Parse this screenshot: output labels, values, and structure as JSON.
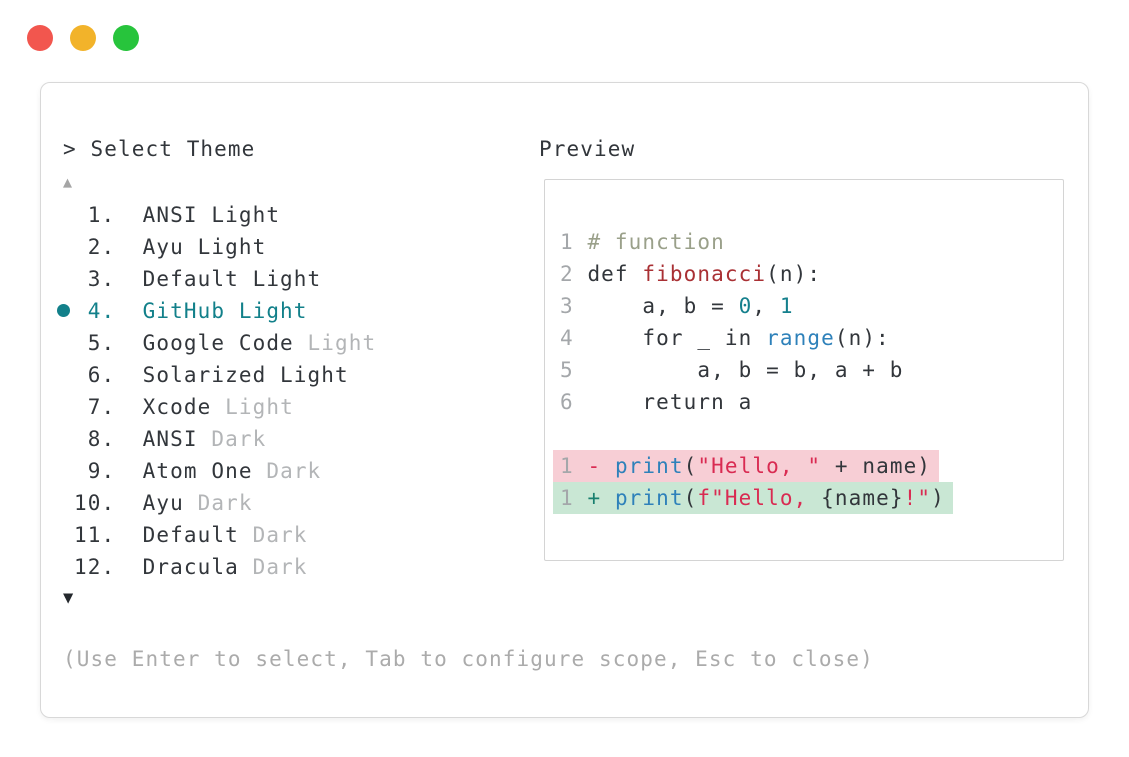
{
  "window": {
    "controls": [
      {
        "name": "close",
        "color": "#f2564e"
      },
      {
        "name": "minimize",
        "color": "#f2b32a"
      },
      {
        "name": "zoom",
        "color": "#27c43c"
      }
    ]
  },
  "colors": {
    "dark": "#32363b",
    "muted": "#b3b5b7",
    "teal": "#12808a",
    "tealDark": "#187f6e",
    "blue": "#2e81ba",
    "numberBlue": "#15808d",
    "string": "#d92b52",
    "keywordRed": "#a93034",
    "comment": "#9aa08a",
    "lineNumber": "#a4a7aa",
    "help": "#ababab",
    "scrollUp": "#a5a5a5",
    "scrollDown": "#24282d",
    "diffRemovedBg": "#f7ced5",
    "diffAddedBg": "#c9e7d4",
    "panelBorder": "#d8d8d8"
  },
  "theme_picker": {
    "prompt": "> Select Theme",
    "scroll_up": "▲",
    "scroll_down": "▼",
    "items": [
      {
        "number": " 1.",
        "selected": false,
        "name_segments": [
          {
            "t": "ANSI Light",
            "c": "dark"
          }
        ]
      },
      {
        "number": " 2.",
        "selected": false,
        "name_segments": [
          {
            "t": "Ayu Light",
            "c": "dark"
          }
        ]
      },
      {
        "number": " 3.",
        "selected": false,
        "name_segments": [
          {
            "t": "Default Light",
            "c": "dark"
          }
        ]
      },
      {
        "number": " 4.",
        "selected": true,
        "name_segments": [
          {
            "t": "GitHub Light",
            "c": "teal"
          }
        ]
      },
      {
        "number": " 5.",
        "selected": false,
        "name_segments": [
          {
            "t": "Google Code ",
            "c": "dark"
          },
          {
            "t": "Light",
            "c": "muted"
          }
        ]
      },
      {
        "number": " 6.",
        "selected": false,
        "name_segments": [
          {
            "t": "Solarized Light",
            "c": "dark"
          }
        ]
      },
      {
        "number": " 7.",
        "selected": false,
        "name_segments": [
          {
            "t": "Xcode ",
            "c": "dark"
          },
          {
            "t": "Light",
            "c": "muted"
          }
        ]
      },
      {
        "number": " 8.",
        "selected": false,
        "name_segments": [
          {
            "t": "ANSI ",
            "c": "dark"
          },
          {
            "t": "Dark",
            "c": "muted"
          }
        ]
      },
      {
        "number": " 9.",
        "selected": false,
        "name_segments": [
          {
            "t": "Atom One ",
            "c": "dark"
          },
          {
            "t": "Dark",
            "c": "muted"
          }
        ]
      },
      {
        "number": "10.",
        "selected": false,
        "name_segments": [
          {
            "t": "Ayu ",
            "c": "dark"
          },
          {
            "t": "Dark",
            "c": "muted"
          }
        ]
      },
      {
        "number": "11.",
        "selected": false,
        "name_segments": [
          {
            "t": "Default ",
            "c": "dark"
          },
          {
            "t": "Dark",
            "c": "muted"
          }
        ]
      },
      {
        "number": "12.",
        "selected": false,
        "name_segments": [
          {
            "t": "Dracula ",
            "c": "dark"
          },
          {
            "t": "Dark",
            "c": "muted"
          }
        ]
      }
    ],
    "help_text": "(Use Enter to select, Tab to configure scope, Esc to close)"
  },
  "preview": {
    "title": "Preview",
    "code_lines": [
      {
        "ln": "1",
        "segments": [
          {
            "t": "# function",
            "c": "comment"
          }
        ]
      },
      {
        "ln": "2",
        "segments": [
          {
            "t": "def ",
            "c": "dark"
          },
          {
            "t": "fibonacci",
            "c": "keywordRed"
          },
          {
            "t": "(n):",
            "c": "dark"
          }
        ]
      },
      {
        "ln": "3",
        "segments": [
          {
            "t": "    a, b = ",
            "c": "dark"
          },
          {
            "t": "0",
            "c": "numberBlue"
          },
          {
            "t": ", ",
            "c": "dark"
          },
          {
            "t": "1",
            "c": "numberBlue"
          }
        ]
      },
      {
        "ln": "4",
        "segments": [
          {
            "t": "    for _ in ",
            "c": "dark"
          },
          {
            "t": "range",
            "c": "blue"
          },
          {
            "t": "(n):",
            "c": "dark"
          }
        ]
      },
      {
        "ln": "5",
        "segments": [
          {
            "t": "        a, b = b, a + b",
            "c": "dark"
          }
        ]
      },
      {
        "ln": "6",
        "segments": [
          {
            "t": "    return a",
            "c": "dark"
          }
        ]
      }
    ],
    "diff_lines": [
      {
        "ln": "1",
        "kind": "removed",
        "segments": [
          {
            "t": "- ",
            "c": "string"
          },
          {
            "t": "print",
            "c": "blue"
          },
          {
            "t": "(",
            "c": "dark"
          },
          {
            "t": "\"Hello, \"",
            "c": "string"
          },
          {
            "t": " + name)",
            "c": "dark"
          }
        ]
      },
      {
        "ln": "1",
        "kind": "added",
        "segments": [
          {
            "t": "+ ",
            "c": "tealDark"
          },
          {
            "t": "print",
            "c": "blue"
          },
          {
            "t": "(",
            "c": "dark"
          },
          {
            "t": "f\"Hello, ",
            "c": "string"
          },
          {
            "t": "{name}",
            "c": "dark"
          },
          {
            "t": "!\"",
            "c": "string"
          },
          {
            "t": ")",
            "c": "dark"
          }
        ]
      }
    ]
  }
}
